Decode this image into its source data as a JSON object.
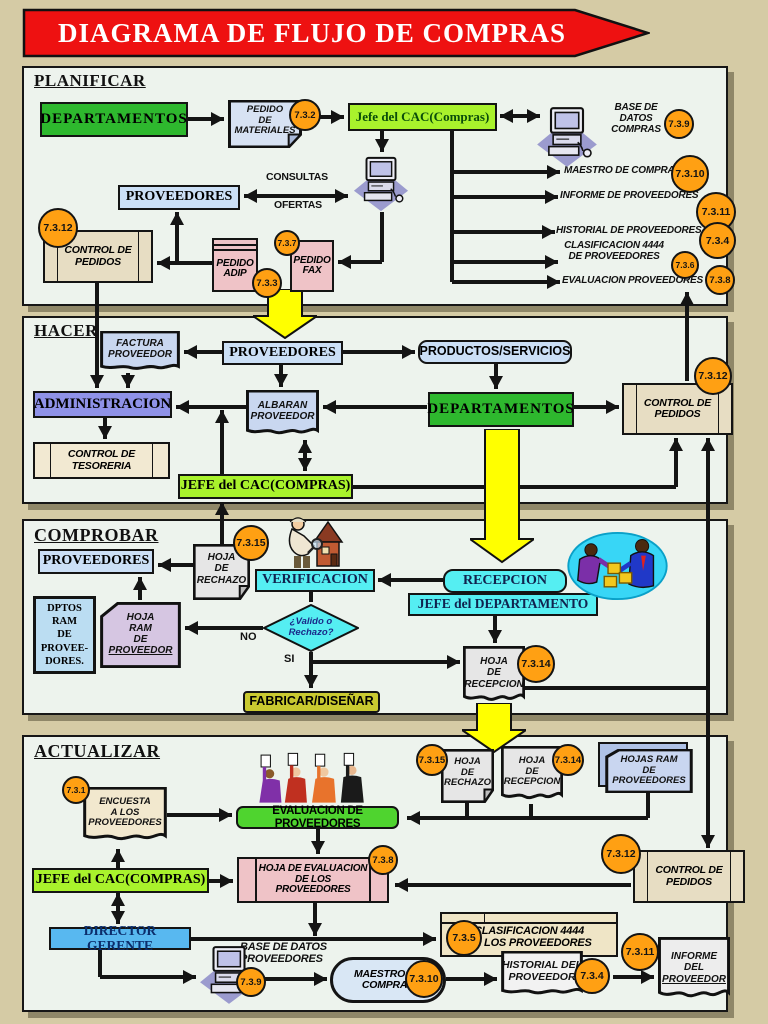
{
  "title": "DIAGRAMA DE FLUJO DE COMPRAS",
  "colors": {
    "background": "#D5CBA5",
    "panel": "#EDF3ED",
    "banner_red": "#EE1111",
    "process_green": "#2EB82E",
    "chief_green": "#A9F22C",
    "light_blue": "#CBDFF6",
    "periwinkle": "#8F92E8",
    "cyan": "#55EEF2",
    "sky_blue": "#58B8F0",
    "tan_box": "#E7DDC3",
    "pink_box": "#EFC3C7",
    "olive": "#C9C930",
    "badge_orange": "#FFA013",
    "flow_yellow": "#FFFF00",
    "bright_green": "#4FD42F"
  },
  "icons": [
    "arrow-banner",
    "computer-icon",
    "inspection-clipart",
    "goods-delivery-clipart",
    "evaluation-jury-clipart",
    "document-shape",
    "decision-diamond"
  ],
  "badges": {
    "b731": "7.3.1",
    "b732": "7.3.2",
    "b733": "7.3.3",
    "b734": "7.3.4",
    "b735": "7.3.5",
    "b736": "7.3.6",
    "b737": "7.3.7",
    "b738": "7.3.8",
    "b739": "7.3.9",
    "b7310": "7.3.10",
    "b7311": "7.3.11",
    "b7312": "7.3.12",
    "b7314": "7.3.14",
    "b7315": "7.3.15"
  },
  "planificar": {
    "heading": "PLANIFICAR",
    "departamentos": "DEPARTAMENTOS",
    "pedido_materiales": "PEDIDO\nDE\nMATERIALES",
    "jefe_cac": "Jefe del CAC(Compras)",
    "proveedores": "PROVEEDORES",
    "consultas": "CONSULTAS",
    "ofertas": "OFERTAS",
    "control_pedidos": "CONTROL DE\nPEDIDOS",
    "pedido_adip": "PEDIDO\nADIP",
    "pedido_fax": "PEDIDO\nFAX",
    "base_datos_compras": "BASE DE\nDATOS\nCOMPRAS",
    "maestro_compras": "MAESTRO DE COMPRAS",
    "informe_proveedores": "INFORME DE PROVEEDORES",
    "historial_proveedores": "HISTORIAL DE PROVEEDORES",
    "clasificacion_proveedores": "CLASIFICACION 4444\nDE PROVEEDORES",
    "evaluacion_proveedores": "EVALUACION  PROVEEDORES"
  },
  "hacer": {
    "heading": "HACER",
    "factura_proveedor": "FACTURA\nPROVEEDOR",
    "proveedores": "PROVEEDORES",
    "productos_servicios": "PRODUCTOS/SERVICIOS",
    "administracion": "ADMINISTRACION",
    "albaran_proveedor": "ALBARAN\nPROVEEDOR",
    "departamentos": "DEPARTAMENTOS",
    "control_pedidos": "CONTROL DE\nPEDIDOS",
    "control_tesoreria": "CONTROL DE\nTESORERIA",
    "jefe_cac": "JEFE del CAC(COMPRAS)"
  },
  "comprobar": {
    "heading": "COMPROBAR",
    "proveedores": "PROVEEDORES",
    "hoja_rechazo": "HOJA\nDE\nRECHAZO",
    "verificacion": "VERIFICACION",
    "recepcion": "RECEPCION",
    "jefe_departamento": "JEFE del DEPARTAMENTO",
    "dptos_ram": "DPTOS\nRAM\nDE\nPROVEE-\nDORES.",
    "hoja_ram_l1": "HOJA\nRAM\nDE",
    "hoja_ram_l2": "PROVEEDOR",
    "valido_rechazo": "¿Valido o\nRechazo?",
    "no": "NO",
    "si": "SI",
    "fabricar": "FABRICAR/DISEÑAR",
    "hoja_recepcion": "HOJA\nDE\nRECEPCION"
  },
  "actualizar": {
    "heading": "ACTUALIZAR",
    "encuesta": "ENCUESTA\nA LOS\nPROVEEDORES",
    "evaluacion_proveedores": "EVALUACION DE PROVEEDORES",
    "hoja_rechazo": "HOJA\nDE\nRECHAZO",
    "hoja_recepcion": "HOJA\nDE\nRECEPCION",
    "hojas_ram": "HOJAS RAM\nDE\nPROVEEDORES",
    "hoja_evaluacion": "HOJA DE EVALUACION\nDE LOS\nPROVEEDORES",
    "jefe_cac": "JEFE del CAC(COMPRAS)",
    "director_gerente": "DIRECTOR GERENTE",
    "control_pedidos": "CONTROL DE\nPEDIDOS",
    "clasificacion": "CLASIFICACION 4444\nDE LOS PROVEEDORES",
    "base_datos_proveedores": "BASE DE DATOS\nPROVEEDORES",
    "maestro_compras": "MAESTRO DE\nCOMPRAS",
    "historial_proveedor": "HISTORIAL DEL\nPROVEEDOR",
    "informe_l1": "INFORME\nDEL",
    "informe_l2": "PROVEEDOR"
  }
}
